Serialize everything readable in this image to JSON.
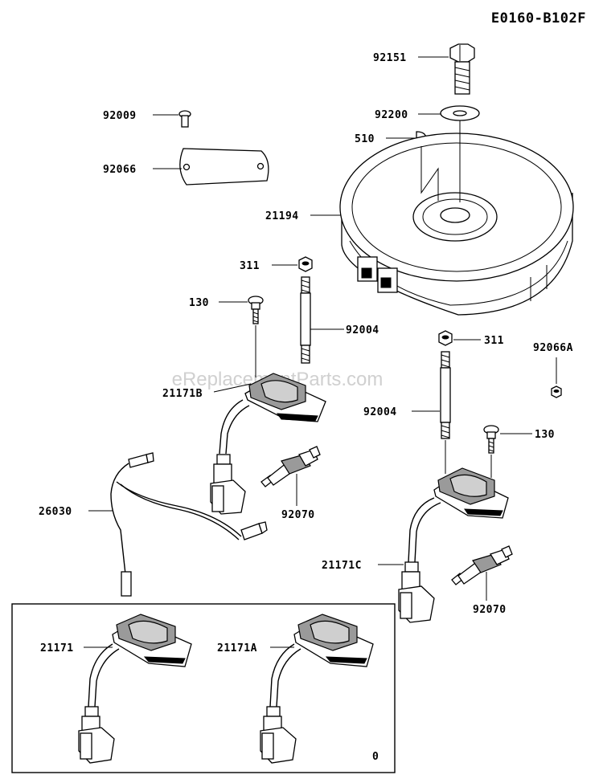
{
  "diagram_code": "E0160-B102F",
  "watermark": "eReplacementParts.com",
  "callouts": {
    "p92151": "92151",
    "p92009": "92009",
    "p92200": "92200",
    "p510": "510",
    "p92066": "92066",
    "p21194": "21194",
    "p311_left": "311",
    "p130_left": "130",
    "p92004_left": "92004",
    "p311_right": "311",
    "p92066A": "92066A",
    "p21171B": "21171B",
    "p92004_right": "92004",
    "p130_right": "130",
    "p26030": "26030",
    "p92070_left": "92070",
    "p21171C": "21171C",
    "p92070_right": "92070",
    "p21171": "21171",
    "p21171A": "21171A"
  },
  "box_note": "0"
}
